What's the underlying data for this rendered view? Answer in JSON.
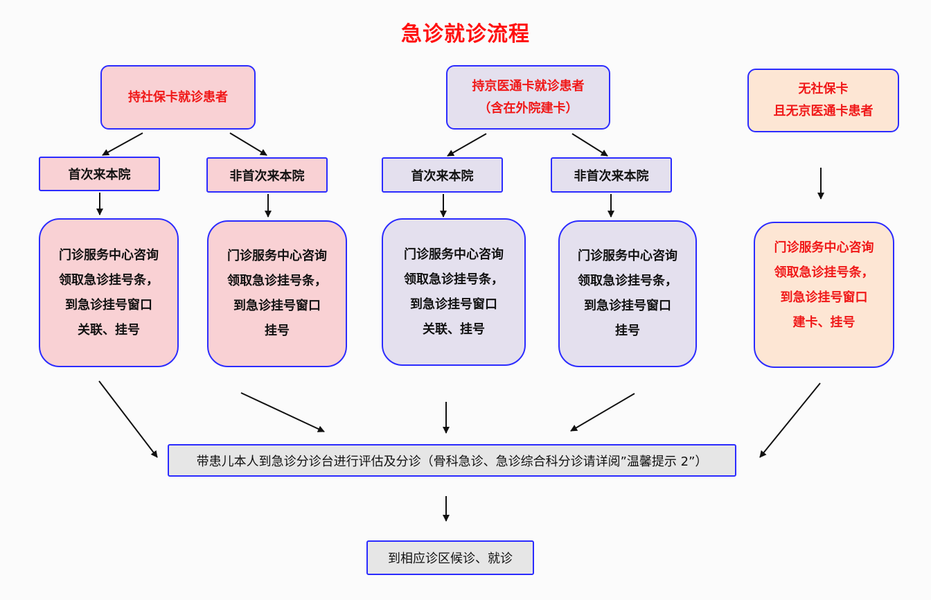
{
  "title": "急诊就诊流程",
  "columns": {
    "social_card": {
      "header": [
        "持社保卡就诊患者"
      ],
      "first_visit": "首次来本院",
      "return_visit": "非首次来本院",
      "first_steps": [
        "门诊服务中心咨询",
        "领取急诊挂号条，",
        "到急诊挂号窗口",
        "关联、挂号"
      ],
      "return_steps": [
        "门诊服务中心咨询",
        "领取急诊挂号条，",
        "到急诊挂号窗口",
        "挂号"
      ]
    },
    "jing_card": {
      "header": [
        "持京医通卡就诊患者",
        "（含在外院建卡）"
      ],
      "first_visit": "首次来本院",
      "return_visit": "非首次来本院",
      "first_steps": [
        "门诊服务中心咨询",
        "领取急诊挂号条，",
        "到急诊挂号窗口",
        "关联、挂号"
      ],
      "return_steps": [
        "门诊服务中心咨询",
        "领取急诊挂号条，",
        "到急诊挂号窗口",
        "挂号"
      ]
    },
    "no_card": {
      "header": [
        "无社保卡",
        "且无京医通卡患者"
      ],
      "steps": [
        "门诊服务中心咨询",
        "领取急诊挂号条，",
        "到急诊挂号窗口",
        "建卡、挂号"
      ]
    }
  },
  "triage": "带患儿本人到急诊分诊台进行评估及分诊（骨科急诊、急诊综合科分诊请详阅”温馨提示 2”）",
  "final": "到相应诊区候诊、就诊",
  "colors": {
    "title": "#ff1010",
    "border": "#2b2bff",
    "pink": "#f9d1d4",
    "lavender": "#e4e0ee",
    "peach": "#fde6d4",
    "gray": "#e6e6e6",
    "arrow": "#111111"
  }
}
